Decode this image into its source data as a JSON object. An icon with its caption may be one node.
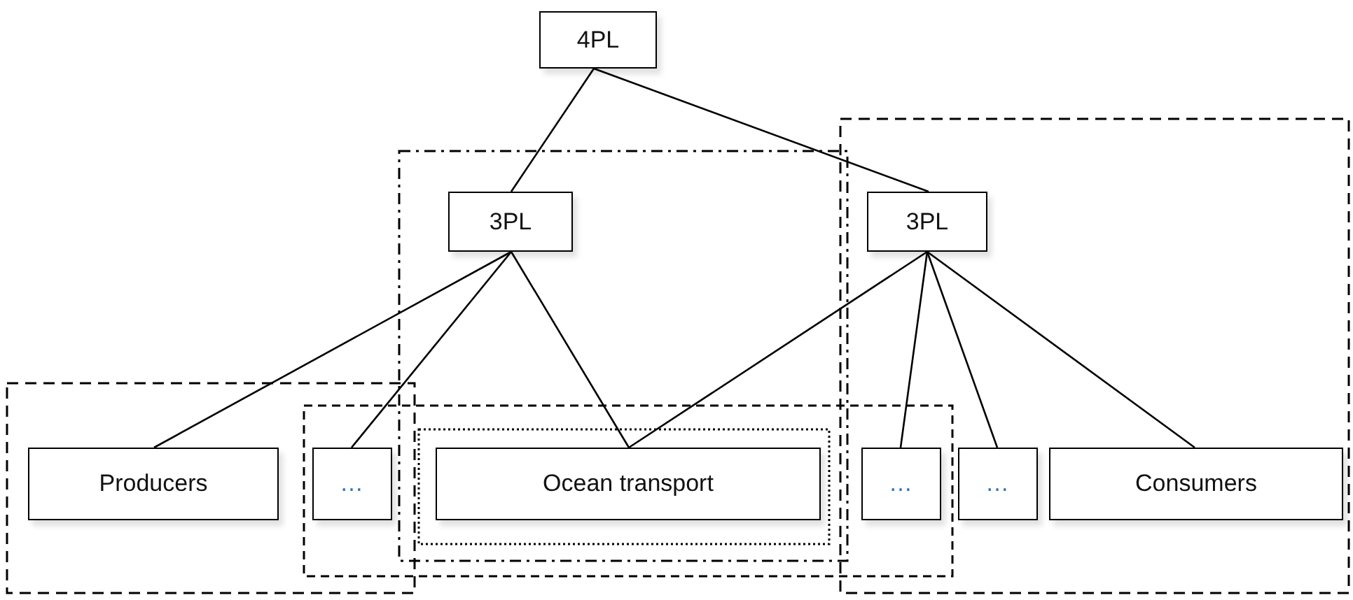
{
  "diagram": {
    "nodes": [
      {
        "text": [
          "4PL"
        ]
      },
      {
        "text": [
          "3PL"
        ]
      },
      {
        "text": [
          "3PL"
        ]
      },
      {
        "text": [
          "Producers"
        ]
      },
      {
        "text": [
          "…"
        ]
      },
      {
        "text": [
          "Ocean transport"
        ]
      },
      {
        "text": [
          "…"
        ]
      },
      {
        "text": [
          "…"
        ]
      },
      {
        "text": [
          "Consumers"
        ]
      }
    ],
    "edges": [
      {
        "from": 0,
        "to": 1,
        "arrow": "none"
      },
      {
        "from": 0,
        "to": 2,
        "arrow": "none"
      },
      {
        "from": 1,
        "to": 3,
        "arrow": "none"
      },
      {
        "from": 1,
        "to": 4,
        "arrow": "none"
      },
      {
        "from": 1,
        "to": 5,
        "arrow": "none"
      },
      {
        "from": 2,
        "to": 5,
        "arrow": "none"
      },
      {
        "from": 2,
        "to": 6,
        "arrow": "none"
      },
      {
        "from": 2,
        "to": 7,
        "arrow": "none"
      },
      {
        "from": 2,
        "to": 8,
        "arrow": "none"
      }
    ]
  }
}
